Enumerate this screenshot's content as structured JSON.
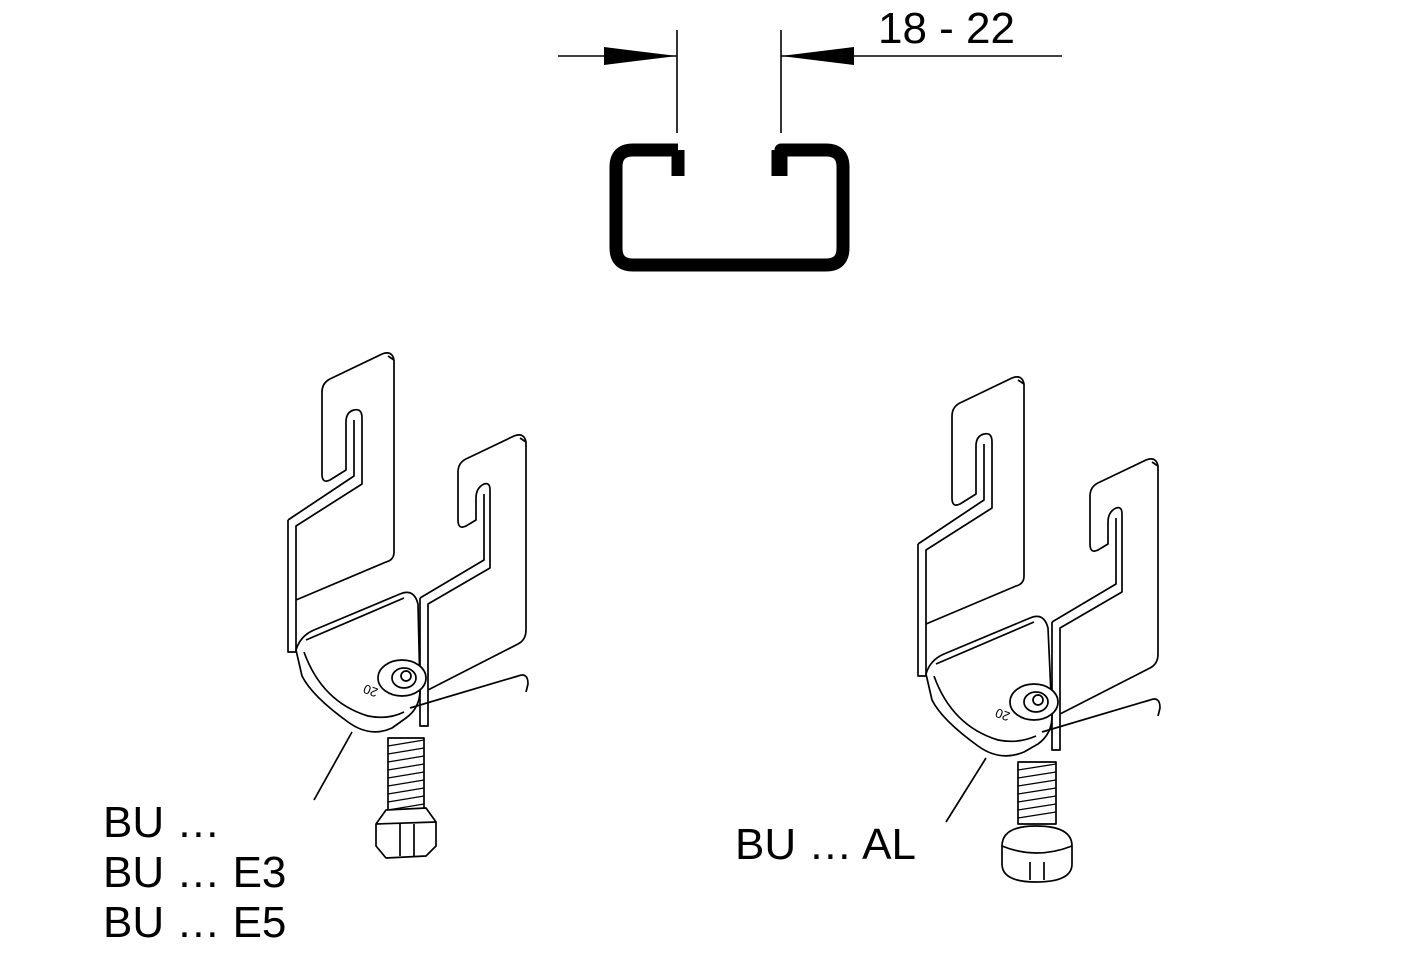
{
  "dimension": {
    "label": "18 - 22"
  },
  "clamp_left": {
    "labels": [
      "BU …",
      "BU … E3",
      "BU … E5"
    ],
    "stamp": "20"
  },
  "clamp_right": {
    "labels": [
      "BU … AL"
    ],
    "stamp": "20"
  },
  "colors": {
    "ink": "#000000",
    "paper": "#ffffff"
  }
}
